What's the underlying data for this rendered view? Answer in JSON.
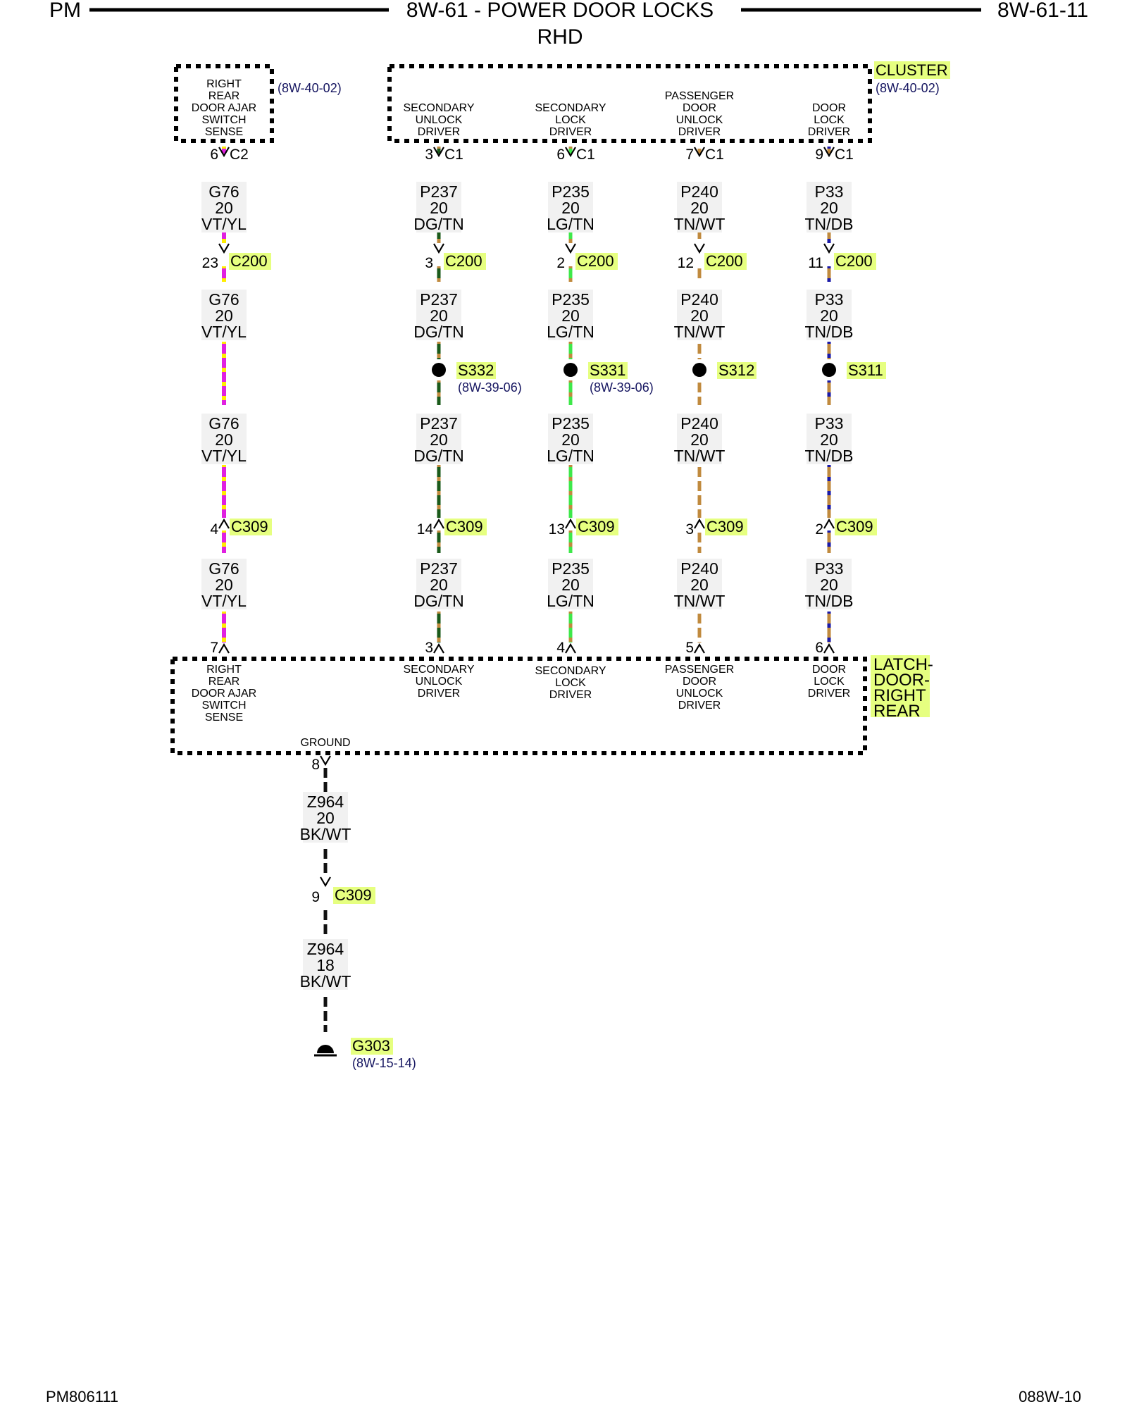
{
  "header": {
    "left": "PM",
    "center": "8W-61 - POWER DOOR LOCKS",
    "sub": "RHD",
    "right": "8W-61-11"
  },
  "footer": {
    "left": "PM806111",
    "right": "088W-10"
  },
  "highlight_color": "#e6ff80",
  "wire_colors": {
    "VT": "#e020e0",
    "YL": "#ffee00",
    "DG": "#1a5a1a",
    "TN": "#c08a3e",
    "LG": "#3ee84a",
    "WT": "#ffffff",
    "DB": "#1a1aa8",
    "BK": "#111111"
  },
  "components": {
    "door_ajar": {
      "lines": [
        "RIGHT",
        "REAR",
        "DOOR AJAR",
        "SWITCH",
        "SENSE"
      ],
      "ref": "(8W-40-02)"
    },
    "cluster": {
      "name": "CLUSTER",
      "ref": "(8W-40-02)",
      "slots": [
        {
          "lines": [
            "SECONDARY",
            "UNLOCK",
            "DRIVER"
          ]
        },
        {
          "lines": [
            "SECONDARY",
            "LOCK",
            "DRIVER"
          ]
        },
        {
          "lines": [
            "PASSENGER",
            "DOOR",
            "UNLOCK",
            "DRIVER"
          ]
        },
        {
          "lines": [
            "DOOR",
            "LOCK",
            "DRIVER"
          ]
        }
      ]
    },
    "latch": {
      "name_lines": [
        "LATCH-",
        "DOOR-",
        "RIGHT",
        "REAR"
      ],
      "slots": [
        {
          "lines": [
            "RIGHT",
            "REAR",
            "DOOR AJAR",
            "SWITCH",
            "SENSE"
          ]
        },
        {
          "lines": [
            "SECONDARY",
            "UNLOCK",
            "DRIVER"
          ]
        },
        {
          "lines": [
            "SECONDARY",
            "LOCK",
            "DRIVER"
          ]
        },
        {
          "lines": [
            "PASSENGER",
            "DOOR",
            "UNLOCK",
            "DRIVER"
          ]
        },
        {
          "lines": [
            "DOOR",
            "LOCK",
            "DRIVER"
          ]
        }
      ],
      "ground_label": "GROUND"
    }
  },
  "circuits": [
    {
      "circuit": "G76",
      "gauge": "20",
      "color": "VT/YL",
      "colors": [
        "VT",
        "YL"
      ],
      "top_pin": "6",
      "top_conn": "C2",
      "c200_pin": "23",
      "c309_pin": "4",
      "latch_pin": "7",
      "splice": null,
      "splice_ref": null
    },
    {
      "circuit": "P237",
      "gauge": "20",
      "color": "DG/TN",
      "colors": [
        "DG",
        "TN"
      ],
      "top_pin": "3",
      "top_conn": "C1",
      "c200_pin": "3",
      "c309_pin": "14",
      "latch_pin": "3",
      "splice": "S332",
      "splice_ref": "(8W-39-06)"
    },
    {
      "circuit": "P235",
      "gauge": "20",
      "color": "LG/TN",
      "colors": [
        "LG",
        "TN"
      ],
      "top_pin": "6",
      "top_conn": "C1",
      "c200_pin": "2",
      "c309_pin": "13",
      "latch_pin": "4",
      "splice": "S331",
      "splice_ref": "(8W-39-06)"
    },
    {
      "circuit": "P240",
      "gauge": "20",
      "color": "TN/WT",
      "colors": [
        "TN",
        "WT"
      ],
      "top_pin": "7",
      "top_conn": "C1",
      "c200_pin": "12",
      "c309_pin": "3",
      "latch_pin": "5",
      "splice": "S312",
      "splice_ref": null
    },
    {
      "circuit": "P33",
      "gauge": "20",
      "color": "TN/DB",
      "colors": [
        "TN",
        "DB"
      ],
      "top_pin": "9",
      "top_conn": "C1",
      "c200_pin": "11",
      "c309_pin": "2",
      "latch_pin": "6",
      "splice": "S311",
      "splice_ref": null
    }
  ],
  "connectors": {
    "c200": "C200",
    "c309": "C309"
  },
  "ground_circuit": {
    "latch_pin": "8",
    "upper": {
      "circuit": "Z964",
      "gauge": "20",
      "color": "BK/WT"
    },
    "c309_pin": "9",
    "lower": {
      "circuit": "Z964",
      "gauge": "18",
      "color": "BK/WT"
    },
    "ground": "G303",
    "ground_ref": "(8W-15-14)"
  }
}
